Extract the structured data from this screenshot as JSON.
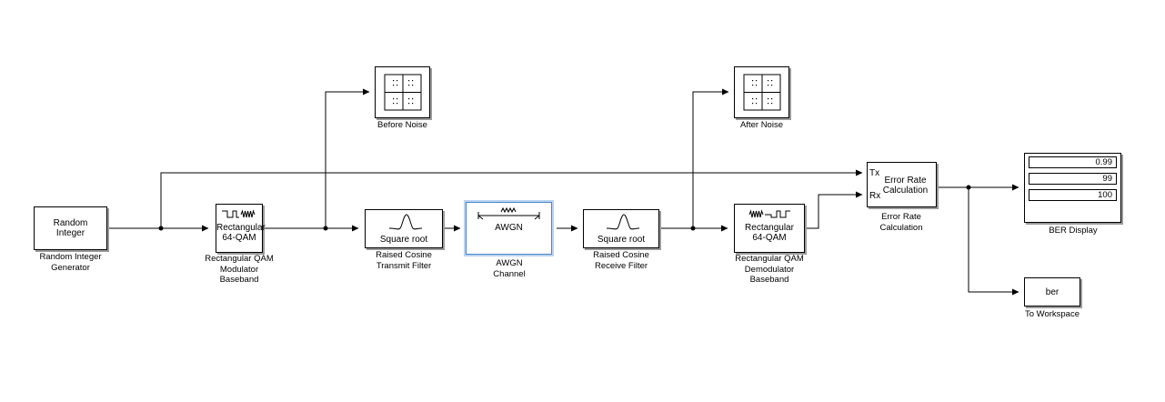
{
  "blocks": {
    "random_integer": {
      "text": "Random\nInteger",
      "label": "Random Integer\nGenerator"
    },
    "qam_mod": {
      "text": "Rectangular\n64-QAM",
      "label": "Rectangular QAM\nModulator\nBaseband"
    },
    "tx_filter": {
      "text": "Square root",
      "label": "Raised Cosine\nTransmit Filter"
    },
    "awgn": {
      "text": "AWGN",
      "label": "AWGN\nChannel"
    },
    "rx_filter": {
      "text": "Square root",
      "label": "Raised Cosine\nReceive Filter"
    },
    "qam_demod": {
      "text": "Rectangular\n64-QAM",
      "label": "Rectangular QAM\nDemodulator\nBaseband"
    },
    "scope_before": {
      "label": "Before Noise"
    },
    "scope_after": {
      "label": "After Noise"
    },
    "error_rate": {
      "text": "Error Rate\nCalculation",
      "label": "Error Rate\nCalculation",
      "port_tx": "Tx",
      "port_rx": "Rx"
    },
    "ber_display": {
      "values": [
        "0.99",
        "99",
        "100"
      ],
      "label": "BER Display"
    },
    "to_workspace": {
      "text": "ber",
      "label": "To Workspace"
    }
  },
  "colors": {
    "selected_border": "#4d86c8",
    "shadow": "#9a9a9a"
  }
}
